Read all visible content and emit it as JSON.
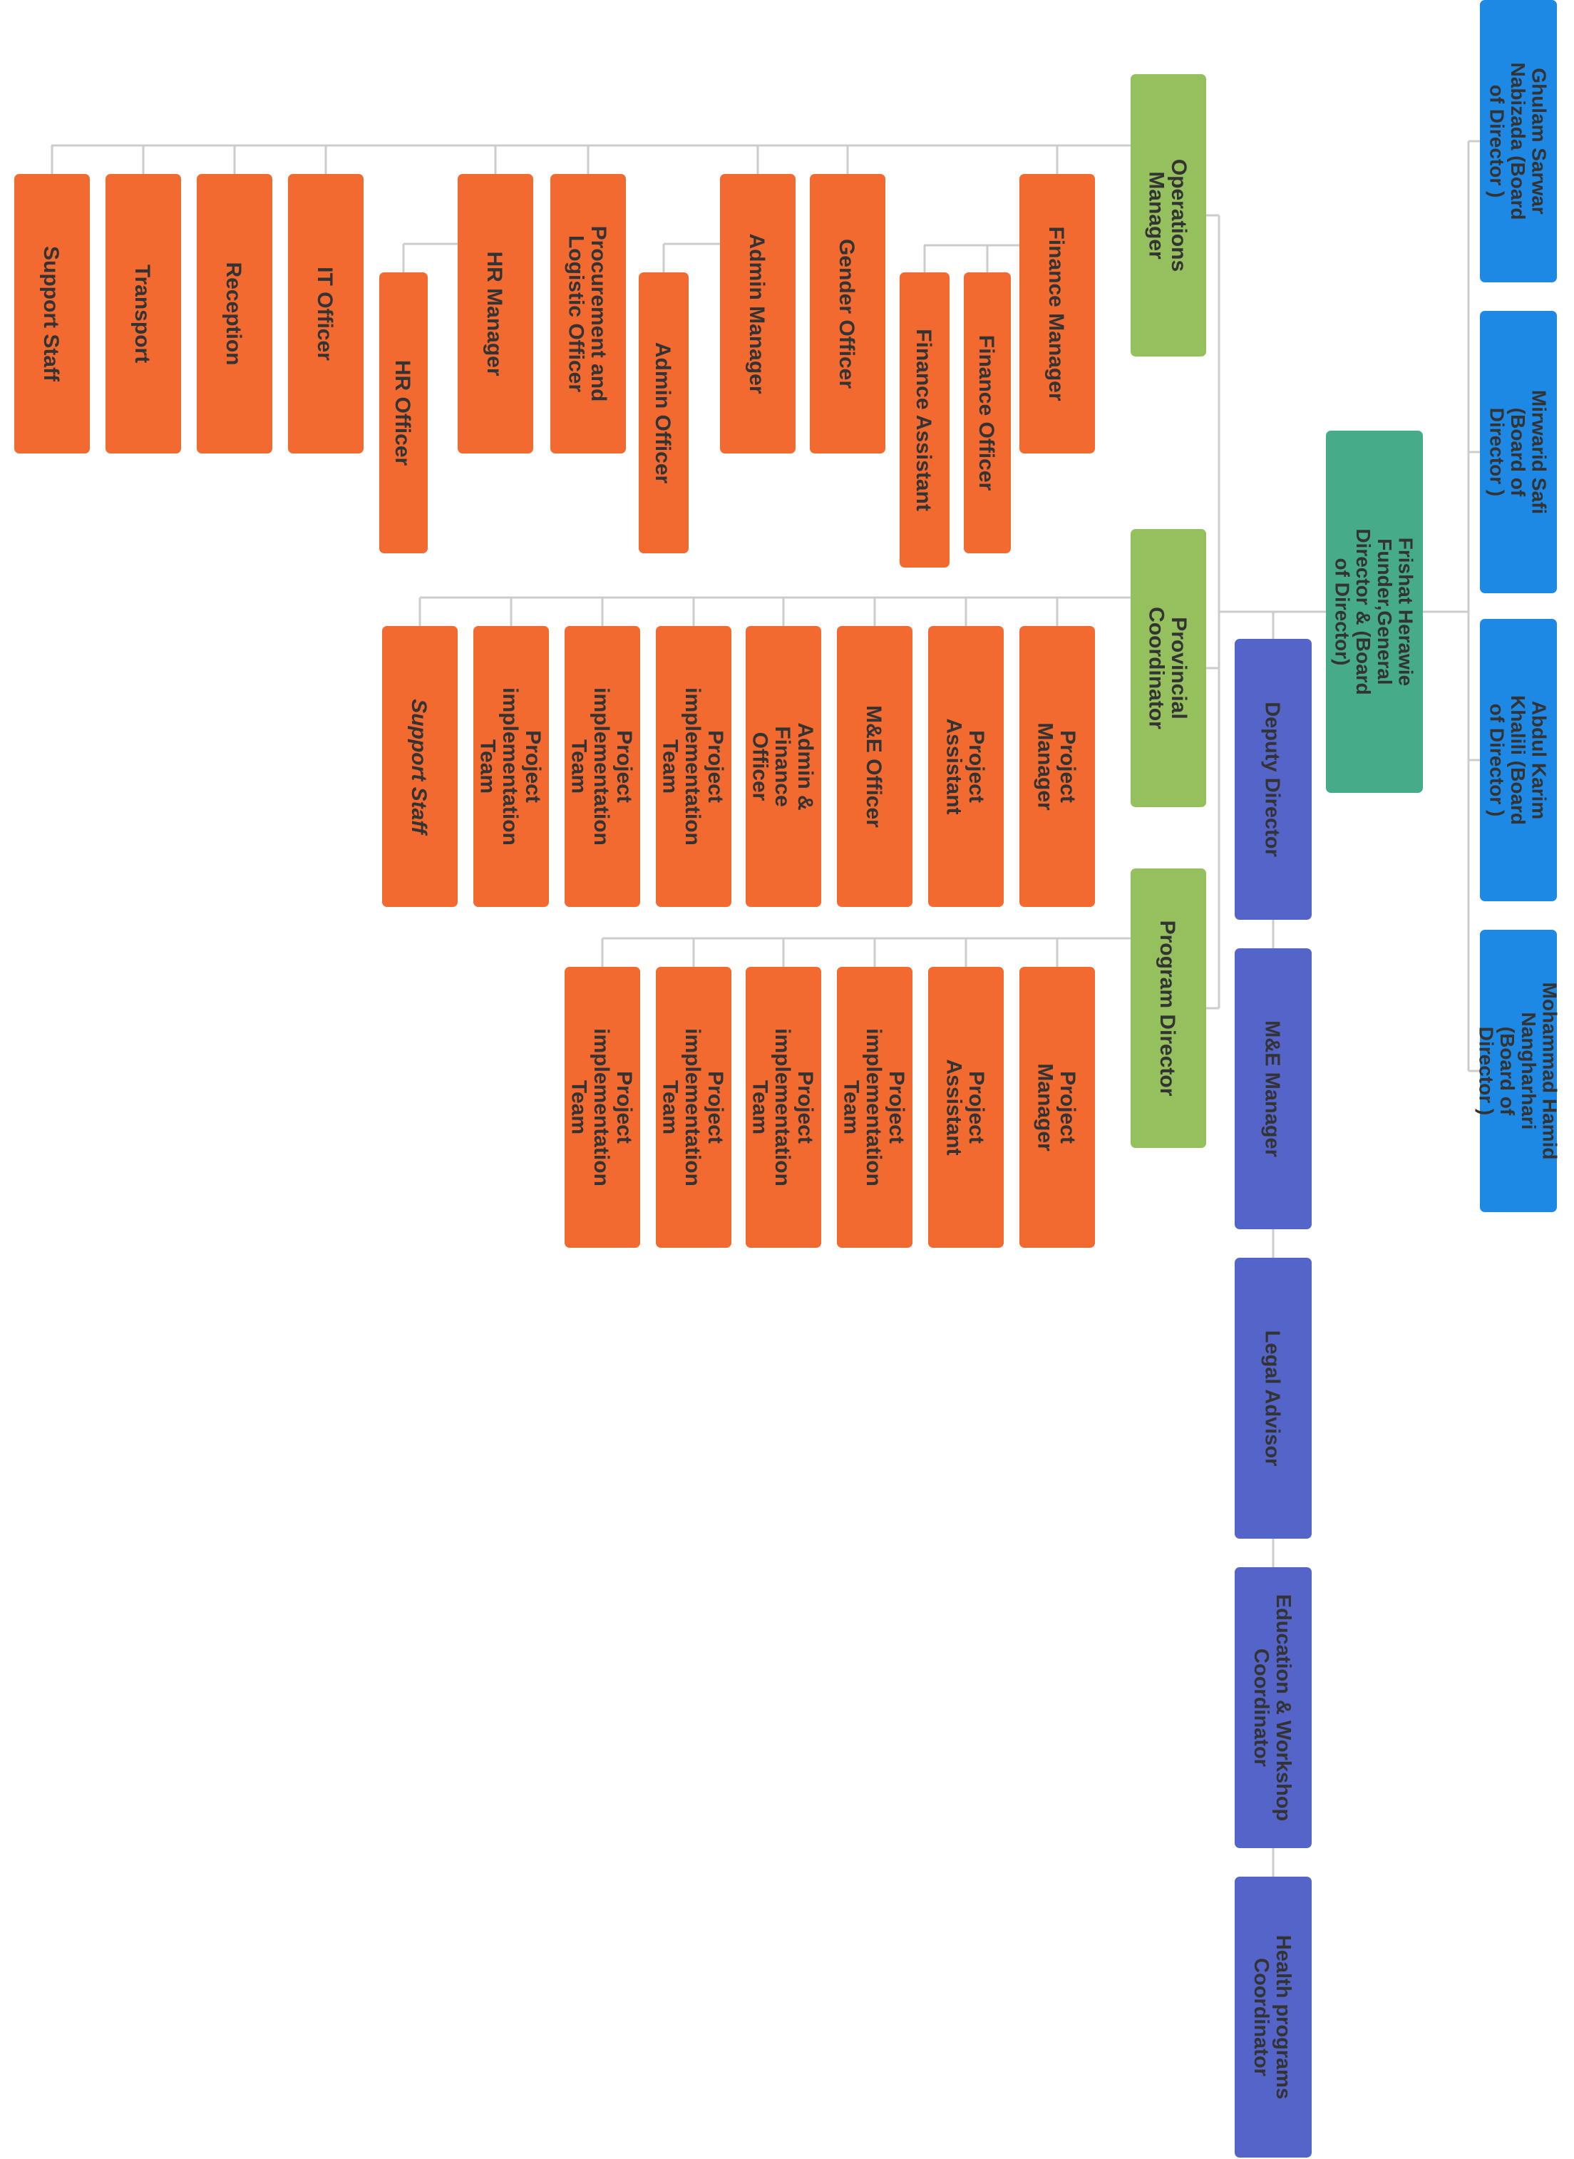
{
  "colors": {
    "board": "#1e88e5",
    "founder": "#45ab88",
    "senior": "#5464c8",
    "manager": "#94c05e",
    "staff": "#f26a30",
    "connector": "#cccccc",
    "text": "#333333"
  },
  "board": [
    {
      "id": "b1",
      "label": "Ghulam Sarwar Nabizada (Board of Director )"
    },
    {
      "id": "b2",
      "label": "Mirwarid Safi (Board of Director )"
    },
    {
      "id": "b3",
      "label": "Abdul Karim Khalili (Board of Director )"
    },
    {
      "id": "b4",
      "label": "Mohammad Hamid Nangharhari (Board of Director )"
    }
  ],
  "founder": {
    "id": "f",
    "label": "Frishat Herawie Funder,General Director & (Board of Director)"
  },
  "senior": [
    {
      "id": "d1",
      "label": "Deputy Director"
    },
    {
      "id": "d2",
      "label": "M&E Manager"
    },
    {
      "id": "d3",
      "label": "Legal Advisor"
    },
    {
      "id": "d4",
      "label": "Education & Workshop Coordinator"
    },
    {
      "id": "d5",
      "label": "Health programs Coordinator"
    }
  ],
  "managers": [
    {
      "id": "m1",
      "label": "Operations Manager"
    },
    {
      "id": "m2",
      "label": "Provincial Coordinator"
    },
    {
      "id": "m3",
      "label": "Program Director"
    }
  ],
  "operations_staff": [
    {
      "id": "o1",
      "label": "Finance Manager"
    },
    {
      "id": "o2",
      "label": "Gender Officer"
    },
    {
      "id": "o3",
      "label": "Admin Manager"
    },
    {
      "id": "o4",
      "label": "Procurement and Logistic Officer"
    },
    {
      "id": "o5",
      "label": "HR Manager"
    },
    {
      "id": "o6",
      "label": "IT Officer"
    },
    {
      "id": "o7",
      "label": "Reception"
    },
    {
      "id": "o8",
      "label": "Transport"
    },
    {
      "id": "o9",
      "label": "Support Staff"
    }
  ],
  "operations_sub": [
    {
      "id": "s1",
      "label": "Finance Officer"
    },
    {
      "id": "s2",
      "label": "Finance Assistant"
    },
    {
      "id": "s3",
      "label": "Admin Officer"
    },
    {
      "id": "s4",
      "label": "HR Officer"
    }
  ],
  "provincial_staff": [
    {
      "id": "p1",
      "label": "Project Manager"
    },
    {
      "id": "p2",
      "label": "Project Assistant"
    },
    {
      "id": "p3",
      "label": "M&E Officer"
    },
    {
      "id": "p4",
      "label": "Admin & Finance Officer"
    },
    {
      "id": "p5",
      "label": "Project implementation Team"
    },
    {
      "id": "p6",
      "label": "Project implementation Team"
    },
    {
      "id": "p7",
      "label": "Project implementation Team"
    },
    {
      "id": "p8",
      "label": "Support Staff"
    }
  ],
  "program_staff": [
    {
      "id": "r1",
      "label": "Project Manager"
    },
    {
      "id": "r2",
      "label": "Project Assistant"
    },
    {
      "id": "r3",
      "label": "Project implementation Team"
    },
    {
      "id": "r4",
      "label": "Project implementation Team"
    },
    {
      "id": "r5",
      "label": "Project implementation Team"
    },
    {
      "id": "r6",
      "label": "Project implementation Team"
    }
  ]
}
